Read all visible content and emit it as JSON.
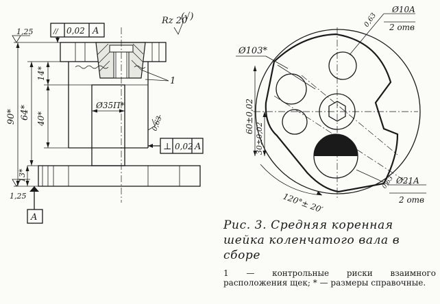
{
  "figure": {
    "caption_title": "Рис. 3. Средняя коренная шейка коленчатого вала в сборе",
    "caption_legend": "1 — контрольные риски взаимного расположения щек; * — размеры справочные."
  },
  "left_view": {
    "roughness_general": "Rz 20",
    "roughness_general_sign": "(√)",
    "roughness_top": "1,25",
    "roughness_bottom": "1,25",
    "roughness_side": "0,63",
    "tol_top_symbol": "//",
    "tol_top_value": "0,02",
    "tol_top_datum": "A",
    "tol_perp_symbol": "⊥",
    "tol_perp_value": "0,02",
    "tol_perp_datum": "A",
    "datum_label": "A",
    "dim_overall": "90*",
    "dim_body": "64*",
    "dim_upper": "14*",
    "dim_mid": "40*",
    "dim_flange": "13*",
    "dim_journal": "Ø35П*",
    "leader_ref": "1"
  },
  "right_view": {
    "dim_bore_small": "Ø10A",
    "dim_holes_small": "2 отв",
    "rough_small": "0,63",
    "dim_outer": "Ø103*",
    "dim_bore_large": "Ø21A",
    "dim_holes_large": "2 отв",
    "rough_large": "0,63",
    "dim_height_outer": "60±0,02",
    "dim_height_inner": "30±0,02",
    "dim_angle": "120°± 20′"
  }
}
